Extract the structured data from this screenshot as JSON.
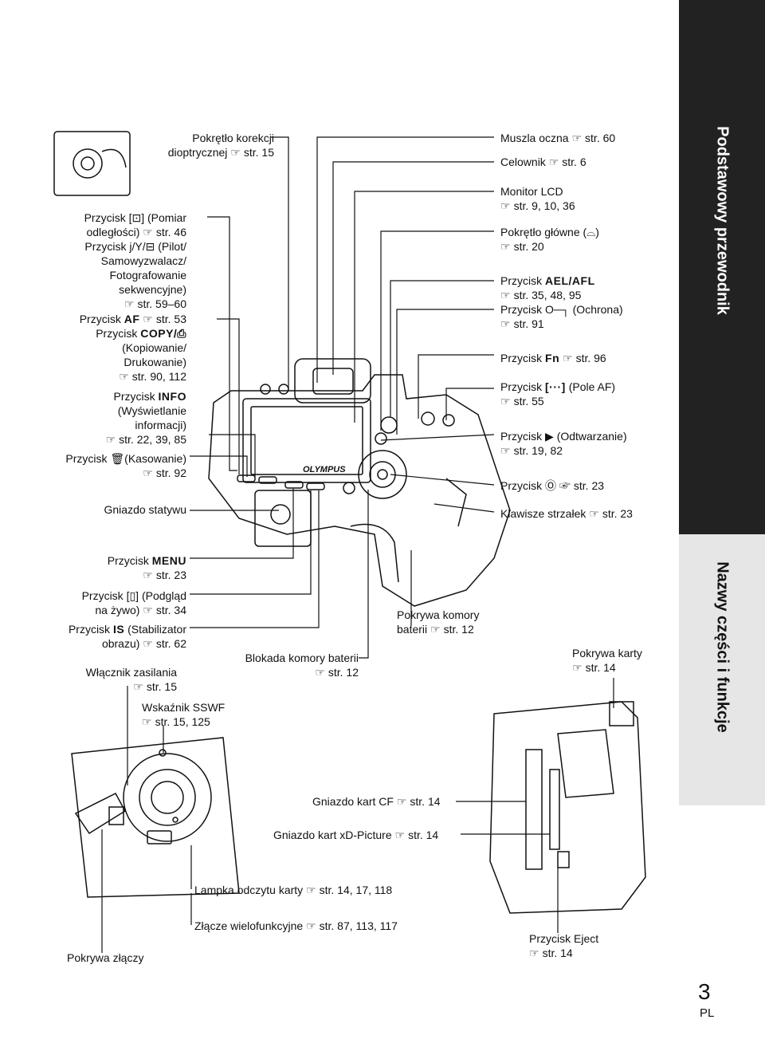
{
  "sidebar": {
    "section_top": "Podstawowy przewodnik",
    "section_bottom": "Nazwy części i funkcje",
    "page_number": "3",
    "language": "PL"
  },
  "labels_left": {
    "l1a": "Przycisk [⊡] (Pomiar",
    "l1b": "odległości)",
    "l1c": "str. 46",
    "l2a": "Przycisk j/Y/⊟ (Pilot/",
    "l2b": "Samowyzwalacz/",
    "l2c": "Fotografowanie",
    "l2d": "sekwencyjne)",
    "l2e": "str. 59–60",
    "l3a": "Przycisk",
    "l3b": "AF",
    "l3c": "str. 53",
    "l4a": "Przycisk",
    "l4b": "COPY/⎙",
    "l4c": "(Kopiowanie/",
    "l4d": "Drukowanie)",
    "l4e": "str. 90, 112",
    "l5a": "Przycisk",
    "l5b": "INFO",
    "l5c": "(Wyświetlanie",
    "l5d": "informacji)",
    "l5e": "str. 22, 39, 85",
    "l6a": "Przycisk",
    "l6b": "(Kasowanie)",
    "l6c": "str. 92",
    "l7": "Gniazdo statywu",
    "l8a": "Przycisk",
    "l8b": "MENU",
    "l8c": "str. 23",
    "l9a": "Przycisk",
    "l9b": "(Podgląd",
    "l9c": "na żywo)",
    "l9d": "str. 34",
    "l10a": "Przycisk",
    "l10b": "IS",
    "l10c": "(Stabilizator",
    "l10d": "obrazu)",
    "l10e": "str. 62",
    "l11a": "Włącznik zasilania",
    "l11b": "str. 15",
    "l12a": "Wskaźnik SSWF",
    "l12b": "str. 15, 125"
  },
  "labels_top": {
    "t1a": "Pokrętło korekcji",
    "t1b": "dioptrycznej",
    "t1c": "str. 15"
  },
  "labels_right": {
    "r1a": "Muszla oczna",
    "r1b": "str. 60",
    "r2a": "Celownik",
    "r2b": "str. 6",
    "r3a": "Monitor LCD",
    "r3b": "str. 9, 10, 36",
    "r4a": "Pokrętło główne (",
    "r4b": ")",
    "r4c": "str. 20",
    "r5a": "Przycisk",
    "r5b": "AEL/AFL",
    "r5c": "str. 35, 48, 95",
    "r6a": "Przycisk",
    "r6b": "(Ochrona)",
    "r6c": "str. 91",
    "r7a": "Przycisk",
    "r7b": "Fn",
    "r7c": "str. 96",
    "r8a": "Przycisk",
    "r8b": "[···]",
    "r8c": "(Pole AF)",
    "r8d": "str. 55",
    "r9a": "Przycisk",
    "r9b": "(Odtwarzanie)",
    "r9c": "str. 19, 82",
    "r10a": "Przycisk",
    "r10b": "str. 23",
    "r11a": "Klawisze strzałek",
    "r11b": "str. 23"
  },
  "labels_mid": {
    "m1a": "Blokada komory baterii",
    "m1b": "str. 12",
    "m2a": "Pokrywa komory",
    "m2b": "baterii",
    "m2c": "str. 12",
    "m3a": "Pokrywa karty",
    "m3b": "str. 14"
  },
  "labels_bottom": {
    "b1": "Gniazdo kart CF",
    "b1r": "str. 14",
    "b2": "Gniazdo kart xD-Picture",
    "b2r": "str. 14",
    "b3": "Lampka odczytu karty",
    "b3r": "str. 14, 17, 118",
    "b4": "Złącze wielofunkcyjne",
    "b4r": "str. 87, 113, 117",
    "b5a": "Przycisk Eject",
    "b5b": "str. 14",
    "b6": "Pokrywa złączy"
  },
  "camera": {
    "brand": "OLYMPUS"
  }
}
